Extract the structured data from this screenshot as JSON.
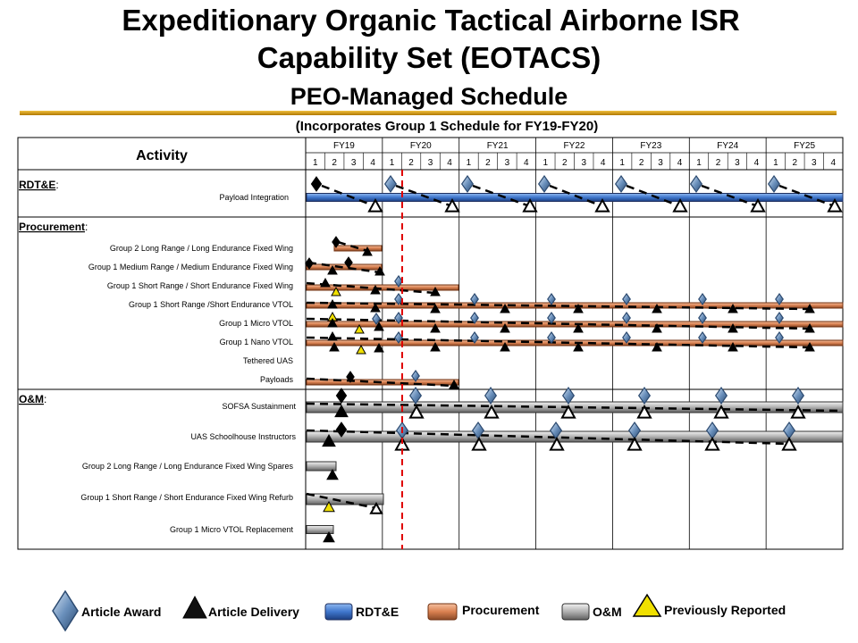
{
  "title": {
    "line1": "Expeditionary Organic Tactical Airborne ISR",
    "line2": "Capability Set (EOTACS)",
    "line3": "PEO-Managed Schedule",
    "subtitle": "(Incorporates Group 1 Schedule for FY19-FY20)"
  },
  "table": {
    "activity_header": "Activity",
    "fiscal_years": [
      "FY19",
      "FY20",
      "FY21",
      "FY22",
      "FY23",
      "FY24",
      "FY25"
    ],
    "quarters": [
      "1",
      "2",
      "3",
      "4"
    ]
  },
  "sections": [
    {
      "label": "RDT&E",
      "suffix": ":"
    },
    {
      "label": "Procurement",
      "suffix": ":"
    },
    {
      "label": "O&M",
      "suffix": ":"
    }
  ],
  "rows": [
    {
      "label": "Payload Integration"
    },
    {
      "label": "Group 2 Long Range / Long Endurance Fixed Wing"
    },
    {
      "label": "Group 1 Medium Range / Medium Endurance Fixed Wing"
    },
    {
      "label": "Group 1 Short Range / Short Endurance Fixed Wing"
    },
    {
      "label": "Group 1 Short Range /Short Endurance VTOL"
    },
    {
      "label": "Group 1 Micro VTOL"
    },
    {
      "label": "Group 1 Nano VTOL"
    },
    {
      "label": "Tethered UAS"
    },
    {
      "label": "Payloads"
    },
    {
      "label": "SOFSA Sustainment"
    },
    {
      "label": "UAS Schoolhouse Instructors"
    },
    {
      "label": "Group 2 Long Range / Long Endurance Fixed Wing Spares"
    },
    {
      "label": "Group 1 Short Range / Short Endurance Fixed Wing Refurb"
    },
    {
      "label": "Group 1 Micro VTOL Replacement"
    }
  ],
  "legend": {
    "award": "Article Award",
    "delivery": "Article Delivery",
    "rdte": "RDT&E",
    "procurement": "Procurement",
    "om": "O&M",
    "previous": "Previously Reported"
  },
  "colors": {
    "rdte_bar": "#4a7fd0",
    "procurement_bar": "#e09060",
    "om_bar": "#b8b8b8",
    "current_date_line": "#e00000",
    "previous_marker": "#f0e000",
    "award_diamond": "#5a82b0"
  },
  "icons": {
    "award": "diamond-icon",
    "delivery": "triangle-icon",
    "previous": "yellow-triangle-icon"
  }
}
